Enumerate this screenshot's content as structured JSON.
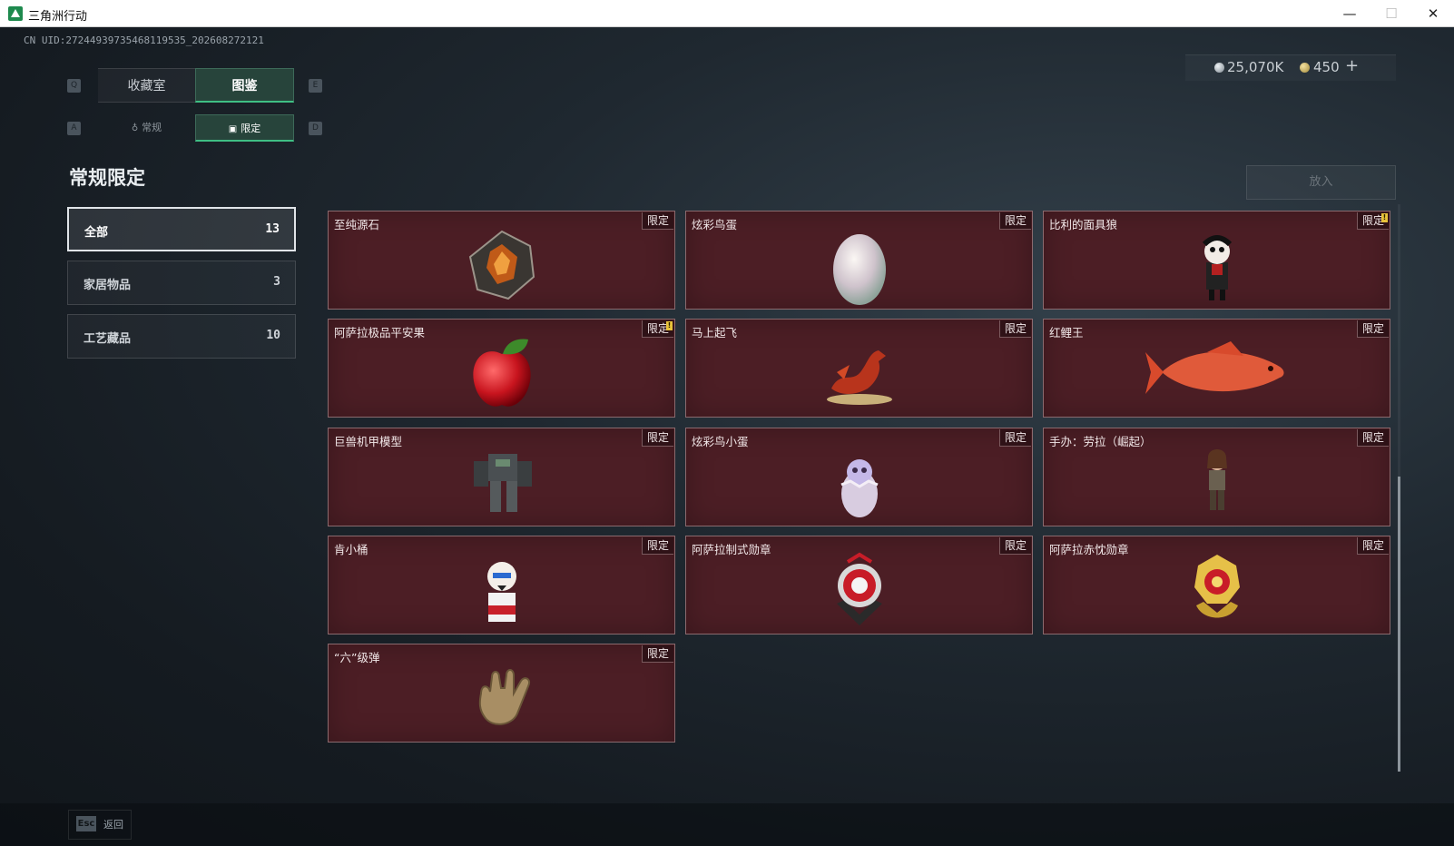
{
  "window": {
    "title": "三角洲行动"
  },
  "header": {
    "uid": "CN UID:27244939735468119535_202608272121",
    "currency": {
      "silver": "25,070K",
      "gold": "450",
      "add": "+"
    },
    "keys": {
      "prev_tab": "Q",
      "next_tab": "E",
      "prev_sub": "A",
      "next_sub": "D"
    }
  },
  "tabs": [
    {
      "label": "收藏室"
    },
    {
      "label": "图鉴"
    }
  ],
  "subtabs": [
    {
      "label": "常规"
    },
    {
      "label": "限定"
    }
  ],
  "page_title": "常规限定",
  "place_button": "放入",
  "categories": [
    {
      "label": "全部",
      "count": "13"
    },
    {
      "label": "家居物品",
      "count": "3"
    },
    {
      "label": "工艺藏品",
      "count": "10"
    }
  ],
  "badge_label": "限定",
  "items": [
    {
      "name": "至纯源石",
      "icon": "crystal-gem"
    },
    {
      "name": "炫彩鸟蛋",
      "icon": "egg"
    },
    {
      "name": "比利的面具狼",
      "icon": "clown-doll"
    },
    {
      "name": "阿萨拉极品平安果",
      "icon": "apple"
    },
    {
      "name": "马上起飞",
      "icon": "horse-statue"
    },
    {
      "name": "红鲤王",
      "icon": "carp-fish"
    },
    {
      "name": "巨兽机甲模型",
      "icon": "mech-model"
    },
    {
      "name": "炫彩鸟小蛋",
      "icon": "hatching-egg"
    },
    {
      "name": "手办：劳拉（崛起）",
      "icon": "figurine"
    },
    {
      "name": "肯小桶",
      "icon": "colonel-figure"
    },
    {
      "name": "阿萨拉制式勋章",
      "icon": "medal-red"
    },
    {
      "name": "阿萨拉赤忱勋章",
      "icon": "medal-gold"
    },
    {
      "name": "“六”级弹",
      "icon": "hand-gesture"
    }
  ],
  "footer": {
    "esc_key": "Esc",
    "esc_label": "返回"
  },
  "colors": {
    "card_bg": "#4c1e25",
    "accent_green": "#3fbf84",
    "tab_active": "#27443b"
  }
}
